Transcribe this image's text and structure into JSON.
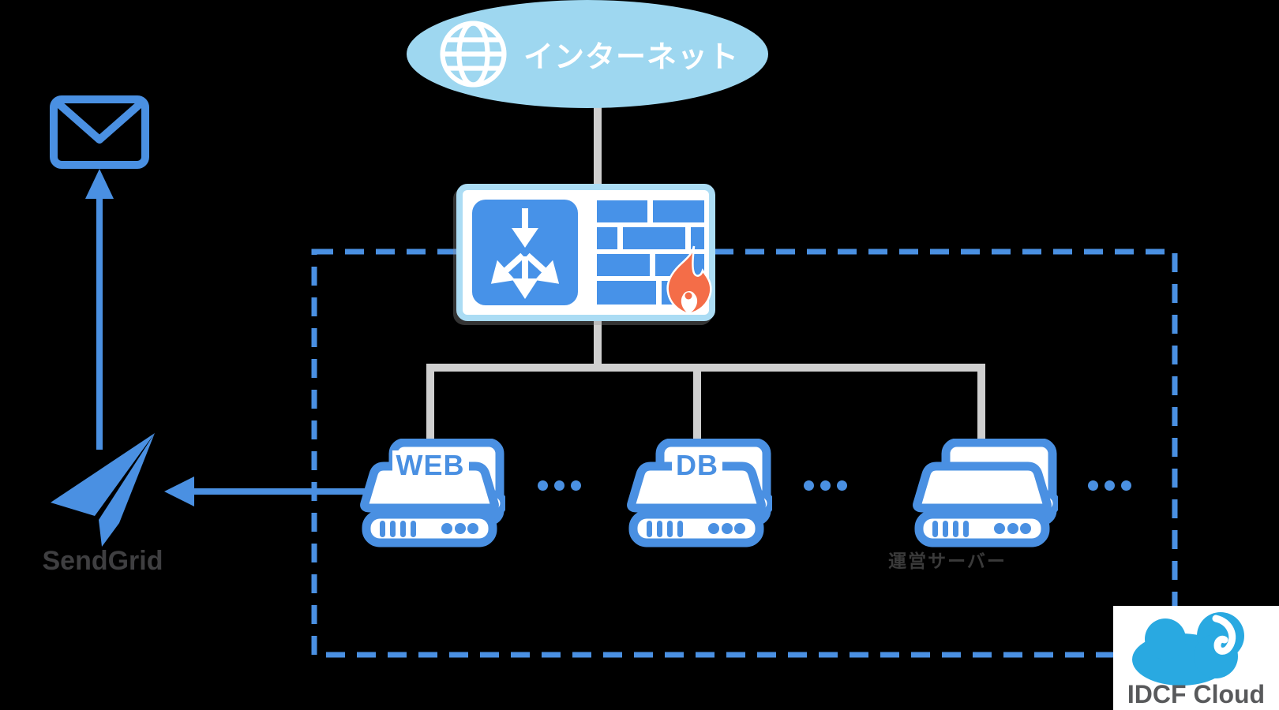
{
  "internet": {
    "label": "インターネット",
    "icon": "globe-icon",
    "fill": "#9ed7f0"
  },
  "gateway": {
    "icons": [
      "load-balancer-icon",
      "firewall-brick-icon",
      "flame-icon"
    ],
    "border": "#abdcf4"
  },
  "servers": [
    {
      "label": "WEB",
      "caption": ""
    },
    {
      "label": "DB",
      "caption": ""
    },
    {
      "label": "",
      "caption": "運営サーバー"
    }
  ],
  "sendgrid": {
    "label": "SendGrid",
    "icon": "paper-plane-icon"
  },
  "mail": {
    "icon": "envelope-icon"
  },
  "idcf": {
    "label": "IDCF Cloud",
    "icon": "idcf-cloud-icon"
  },
  "colors": {
    "accent_blue": "#4a90e2",
    "icon_blue": "#4792e8",
    "light_blue": "#9ed7f0",
    "line_gray": "#cfcfcf",
    "flame_orange": "#f46d48",
    "sendgrid_text": "#3f3f41",
    "caption_text": "#3a3a3a",
    "idcf_cyan": "#29a9e1",
    "idcf_text": "#58595b",
    "background": "#000000"
  }
}
